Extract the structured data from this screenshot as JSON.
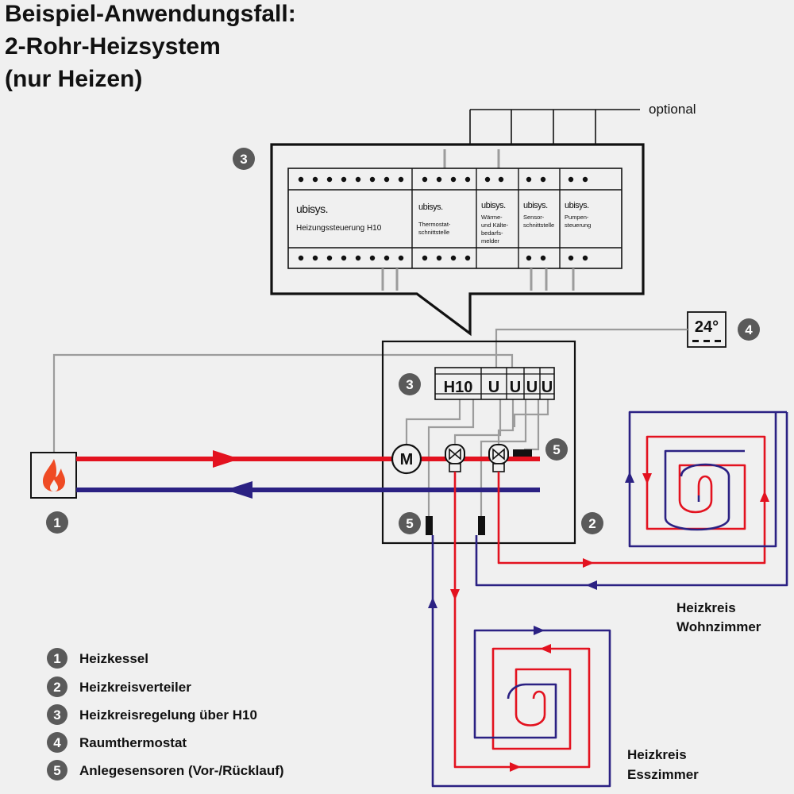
{
  "title": {
    "line1": "Beispiel-Anwendungsfall:",
    "line2": "2-Rohr-Heizsystem",
    "line3": "(nur Heizen)"
  },
  "optional_label": "optional",
  "callout": {
    "brand": "ubisys.",
    "modules": [
      {
        "brand": "ubisys.",
        "lines": [
          "Heizungssteuerung H10"
        ]
      },
      {
        "brand": "ubisys.",
        "lines": [
          "Thermostat-",
          "schnittstelle"
        ]
      },
      {
        "brand": "ubisys.",
        "lines": [
          "Wärme-",
          "und Kälte-",
          "bedarfs-",
          "melder"
        ]
      },
      {
        "brand": "ubisys.",
        "lines": [
          "Sensor-",
          "schnittstelle"
        ]
      },
      {
        "brand": "ubisys.",
        "lines": [
          "Pumpen-",
          "steuerung"
        ]
      }
    ]
  },
  "cabinet": {
    "h10": "H10",
    "u_modules": [
      "U",
      "U",
      "U",
      "U"
    ]
  },
  "pump_symbol": "M",
  "thermostat_display": "24°",
  "markers": {
    "boiler": "1",
    "distributor": "2",
    "callout": "3",
    "cabinet": "3",
    "thermostat": "4",
    "sensor_right": "5",
    "sensor_left": "5"
  },
  "circuit_labels": {
    "wohnzimmer": [
      "Heizkreis",
      "Wohnzimmer"
    ],
    "esszimmer": [
      "Heizkreis",
      "Esszimmer"
    ]
  },
  "legend": [
    {
      "num": "1",
      "text": "Heizkessel"
    },
    {
      "num": "2",
      "text": "Heizkreisverteiler"
    },
    {
      "num": "3",
      "text": "Heizkreisregelung über H10"
    },
    {
      "num": "4",
      "text": "Raumthermostat"
    },
    {
      "num": "5",
      "text": "Anlegesensoren (Vor-/Rücklauf)"
    }
  ],
  "colors": {
    "supply": "#e3121f",
    "return": "#2b2183",
    "signal_wire": "#9c9c9c",
    "marker": "#5a5a5a",
    "background": "#f0f0f0",
    "flame": "#ef4b24"
  }
}
